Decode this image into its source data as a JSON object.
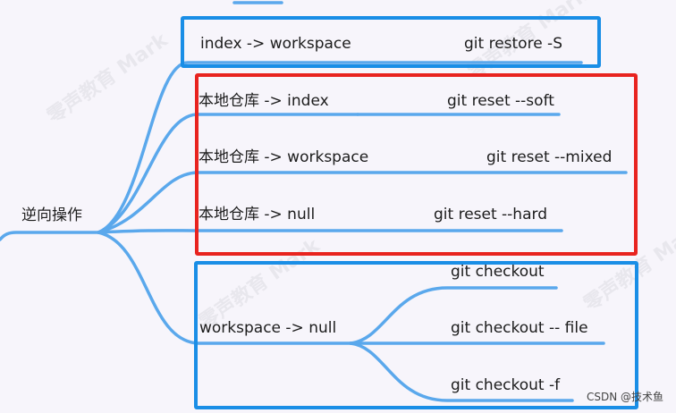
{
  "root": "逆向操作",
  "groups": [
    {
      "id": "restore",
      "frame_color": "#1a8ee6",
      "items": [
        {
          "label": "index -> workspace",
          "command": "git restore -S"
        }
      ]
    },
    {
      "id": "reset",
      "frame_color": "#e8231f",
      "items": [
        {
          "label": "本地仓库 -> index",
          "command": "git reset --soft"
        },
        {
          "label": "本地仓库 -> workspace",
          "command": "git reset --mixed"
        },
        {
          "label": "本地仓库 -> null",
          "command": "git reset --hard"
        }
      ]
    },
    {
      "id": "checkout",
      "frame_color": "#1a8ee6",
      "items": [
        {
          "label": "workspace -> null",
          "commands": [
            "git checkout",
            "git checkout -- file",
            "git checkout -f"
          ]
        }
      ]
    }
  ],
  "watermark": "零声教育 Mark",
  "credit": "CSDN @技术鱼",
  "colors": {
    "branch": "#5aa8ec",
    "blue_frame": "#1a8ee6",
    "red_frame": "#e8231f"
  }
}
